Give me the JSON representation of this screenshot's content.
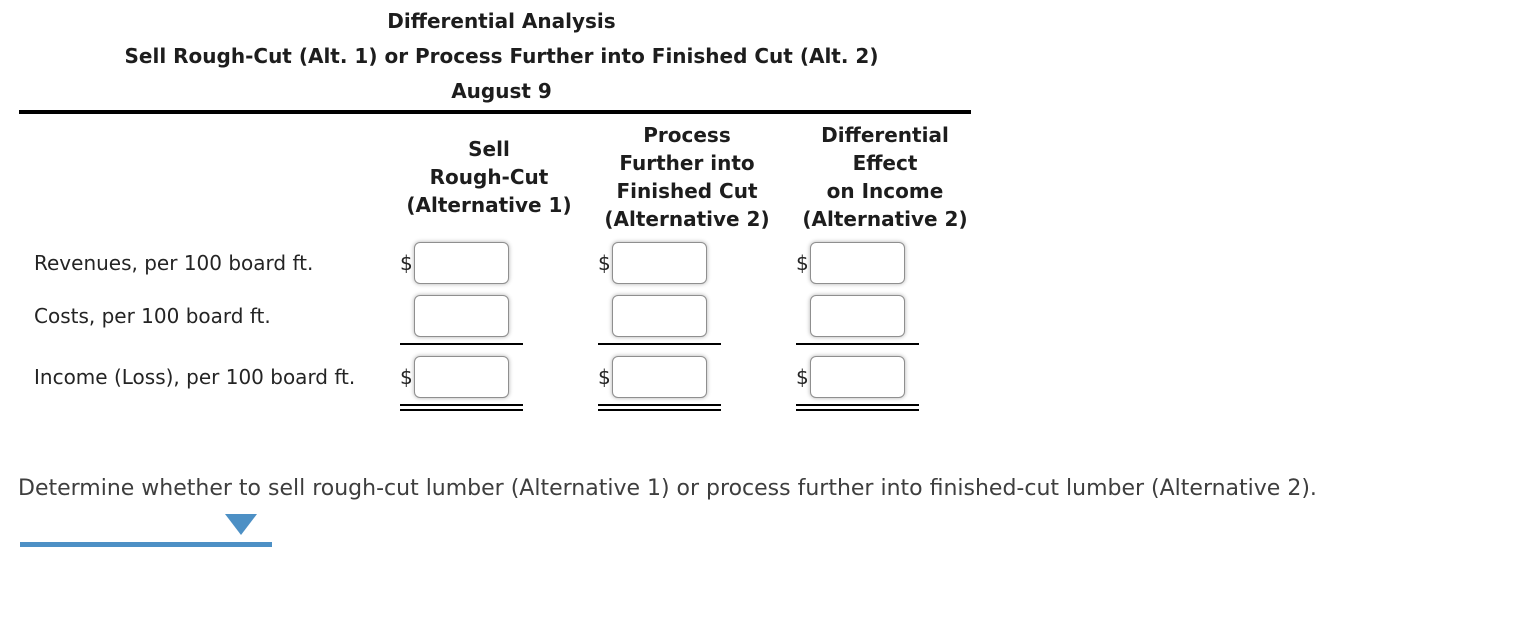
{
  "analysis": {
    "title": "Differential Analysis",
    "subtitle": "Sell Rough-Cut (Alt. 1) or Process Further into Finished Cut (Alt. 2)",
    "date": "August 9",
    "columns": [
      {
        "header": "Sell\nRough-Cut\n(Alternative 1)"
      },
      {
        "header": "Process\nFurther into\nFinished Cut\n(Alternative 2)"
      },
      {
        "header": "Differential\nEffect\non Income\n(Alternative 2)"
      }
    ],
    "rows": [
      {
        "label": "Revenues, per 100 board ft.",
        "currency_symbol": "$",
        "inputs": [
          "",
          "",
          ""
        ],
        "rule": "none"
      },
      {
        "label": "Costs, per 100 board ft.",
        "currency_symbol": "",
        "inputs": [
          "",
          "",
          ""
        ],
        "rule": "single"
      },
      {
        "label": "Income (Loss), per 100 board ft.",
        "currency_symbol": "$",
        "inputs": [
          "",
          "",
          ""
        ],
        "rule": "double"
      }
    ]
  },
  "question": {
    "text": "Determine whether to sell rough-cut lumber (Alternative 1) or process further into finished-cut lumber (Alternative 2)."
  },
  "dropdown": {
    "selected_value": "",
    "icon": "dropdown-arrow"
  },
  "colors": {
    "accent_blue": "#4d90c5",
    "rule_black": "#000000",
    "input_border": "#8f8f8f"
  }
}
